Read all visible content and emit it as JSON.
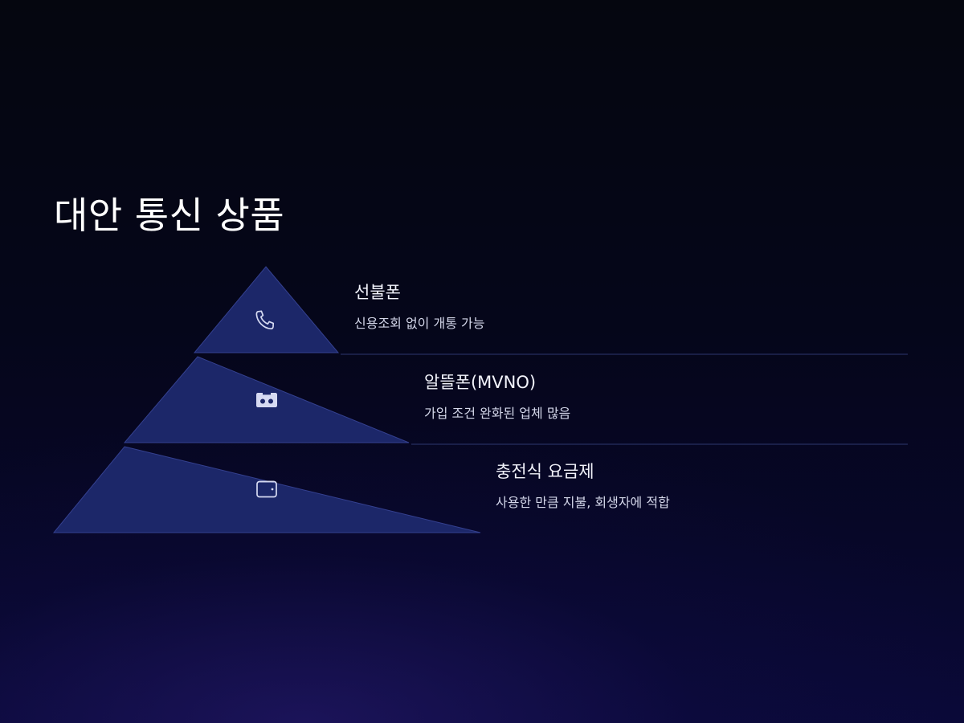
{
  "slide": {
    "title": "대안 통신 상품"
  },
  "pyramid": {
    "tiers": [
      {
        "label": "선불폰",
        "description": "신용조회 없이 개통 가능",
        "icon": "phone-icon"
      },
      {
        "label": "알뜰폰(MVNO)",
        "description": "가입 조건 완화된 업체 많음",
        "icon": "sim-card-icon"
      },
      {
        "label": "충전식 요금제",
        "description": "사용한 만큼 지불, 회생자에 적합",
        "icon": "wallet-icon"
      }
    ]
  },
  "colors": {
    "tier_fill": "#1c2769",
    "tier_stroke": "#34408f",
    "leader_line": "#2d376f",
    "background_top": "#05060f",
    "background_bottom": "#0a0938",
    "text": "#ffffff"
  }
}
